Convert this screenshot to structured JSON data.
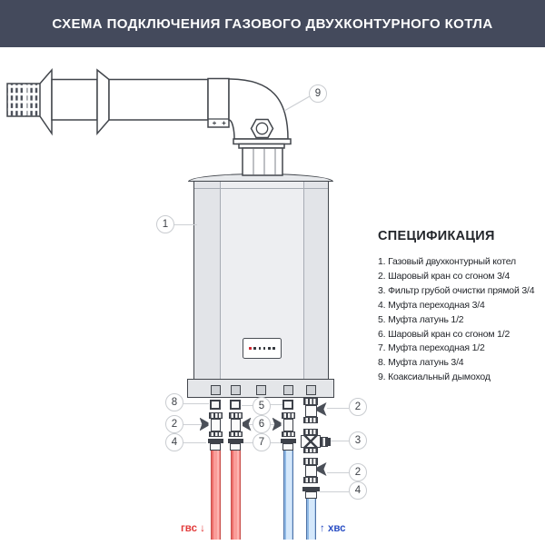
{
  "header": {
    "title": "СХЕМА ПОДКЛЮЧЕНИЯ ГАЗОВОГО ДВУХКОНТУРНОГО КОТЛА"
  },
  "spec": {
    "title": "СПЕЦИФИКАЦИЯ",
    "items": [
      "1. Газовый двухконтурный котел",
      "2. Шаровый кран со сгоном 3/4",
      "3. Фильтр грубой очистки прямой 3/4",
      "4. Муфта переходная 3/4",
      "5. Муфта латунь 1/2",
      "6. Шаровый кран со сгоном 1/2",
      "7. Муфта переходная 1/2",
      "8. Муфта латунь 3/4",
      "9. Коаксиальный дымоход"
    ]
  },
  "callouts": {
    "boiler": "1",
    "flue": "9",
    "left_top": "8",
    "left_mid": "2",
    "left_bot": "4",
    "mid_top": "5",
    "mid_mid": "6",
    "mid_bot": "7",
    "right_1": "2",
    "right_2": "3",
    "right_3": "2",
    "right_4": "4"
  },
  "labels": {
    "hot": "гвс ↓",
    "cold": "↑ хвс"
  },
  "colors": {
    "header_bg": "#444a5c",
    "outline": "#42464c",
    "hot_label": "#e23a3a",
    "cold_label": "#2b4fc4",
    "hot_pipe": "#fa9d99",
    "cold_pipe": "#d5e8fb"
  }
}
